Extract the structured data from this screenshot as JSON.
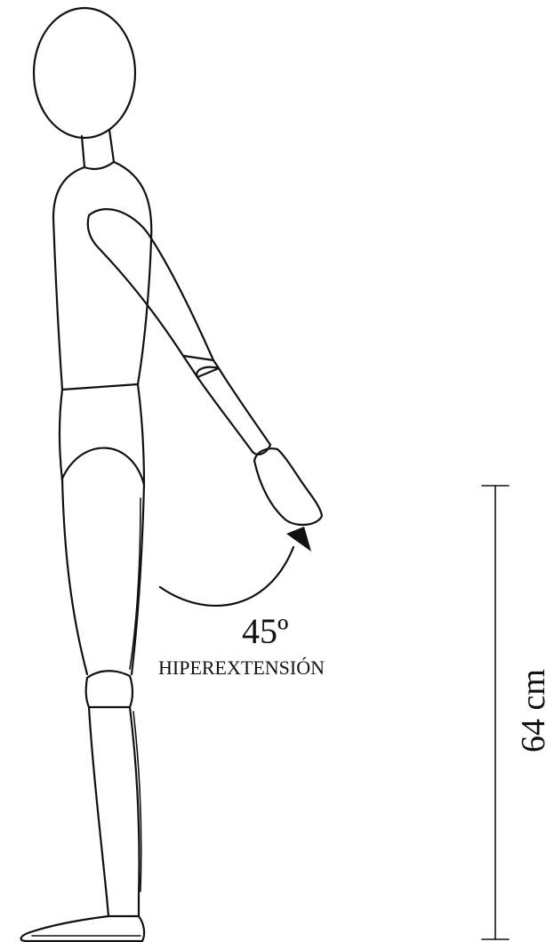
{
  "angle": {
    "value_label": "45º"
  },
  "movement": {
    "label": "HIPEREXTENSIÓN"
  },
  "measurement": {
    "label": "64 cm"
  },
  "colors": {
    "ink": "#111111",
    "background": "#ffffff"
  }
}
